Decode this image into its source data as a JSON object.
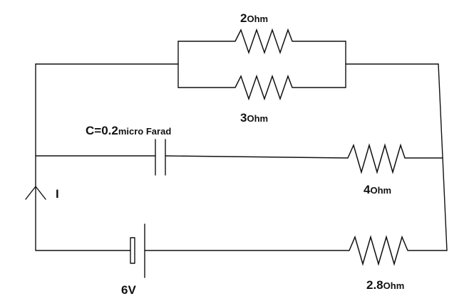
{
  "circuit": {
    "r_top": {
      "value": "2",
      "unit": "Ohm"
    },
    "r_par": {
      "value": "3",
      "unit": "Ohm"
    },
    "cap": {
      "prefix": "C=0.2",
      "unit": "micro Farad"
    },
    "r_mid": {
      "value": "4",
      "unit": "Ohm"
    },
    "battery": {
      "label": "6V"
    },
    "r_bot": {
      "value": "2.8",
      "unit": "Ohm"
    },
    "current": {
      "label": "I"
    }
  }
}
